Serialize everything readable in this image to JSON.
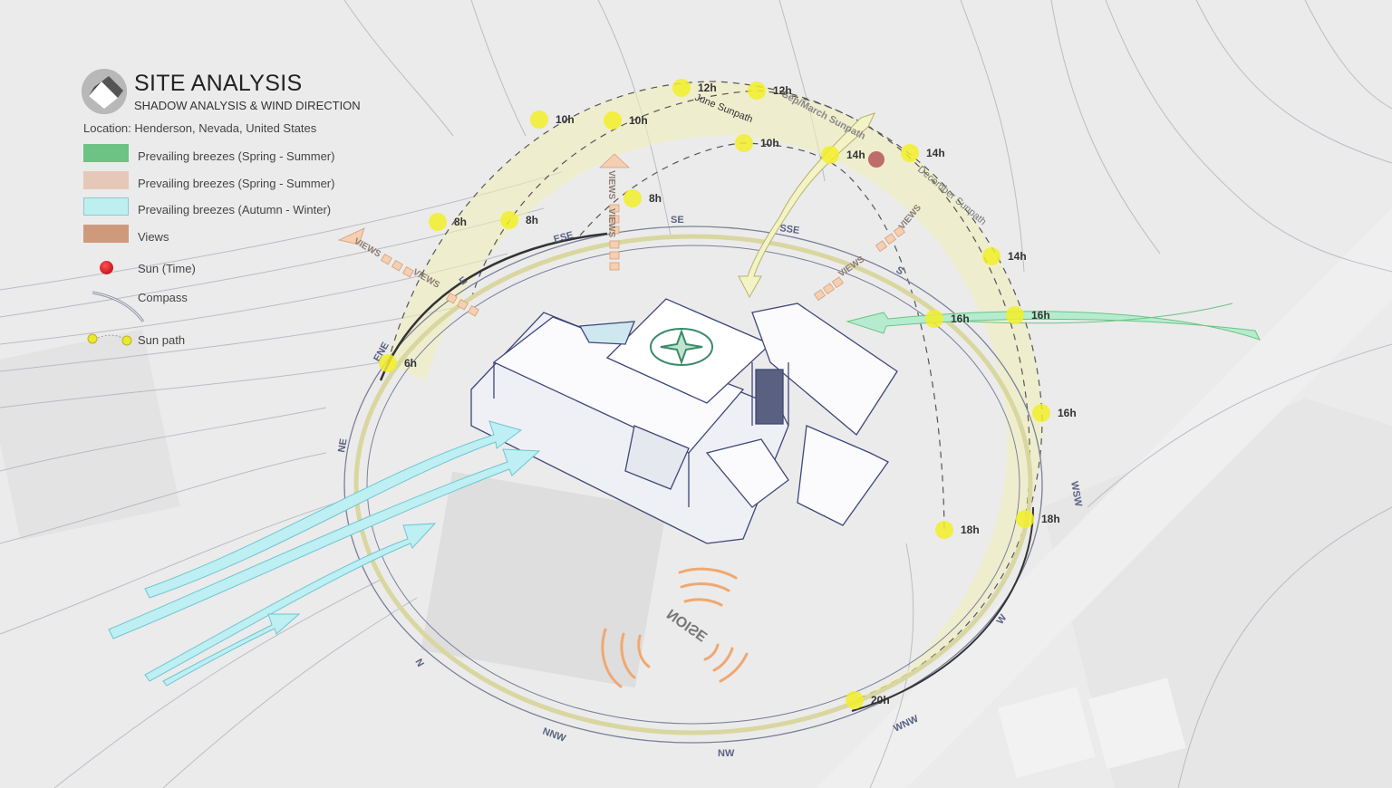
{
  "header": {
    "title": "SITE ANALYSIS",
    "subtitle": "SHADOW ANALYSIS & WIND DIRECTION",
    "location": "Location: Henderson, Nevada, United States"
  },
  "legend": [
    {
      "label": "Prevailing breezes (Spring - Summer)",
      "color": "#6cc384"
    },
    {
      "label": "Prevailing breezes (Spring - Summer)",
      "color": "#e5c8b8"
    },
    {
      "label": "Prevailing breezes (Autumn - Winter)",
      "color": "#bdeff0"
    },
    {
      "label": "Views",
      "color": "#cf9a7c"
    },
    {
      "label": "Sun (Time)",
      "color": "#c8161d"
    },
    {
      "label": "Compass",
      "color": "#8c93a8"
    },
    {
      "label": "Sun path",
      "color": "#eaea2a"
    }
  ],
  "sunpaths": {
    "june": "June Sunpath",
    "sepmarch": "Sep/March Sunpath",
    "december": "December Sunpath"
  },
  "sun_points": [
    "6h",
    "8h",
    "8h",
    "8h",
    "10h",
    "10h",
    "10h",
    "12h",
    "12h",
    "14h",
    "14h",
    "14h",
    "16h",
    "16h",
    "16h",
    "18h",
    "18h",
    "20h"
  ],
  "compass": [
    "ESE",
    "SE",
    "SSE",
    "S",
    "E",
    "ENE",
    "NE",
    "N",
    "NNW",
    "NW",
    "WNW",
    "W",
    "WSW"
  ],
  "views": [
    "VIEWS",
    "VIEWS",
    "VIEWS",
    "VIEWS",
    "VIEWS",
    "VIEWS"
  ],
  "noise": "NOISE"
}
